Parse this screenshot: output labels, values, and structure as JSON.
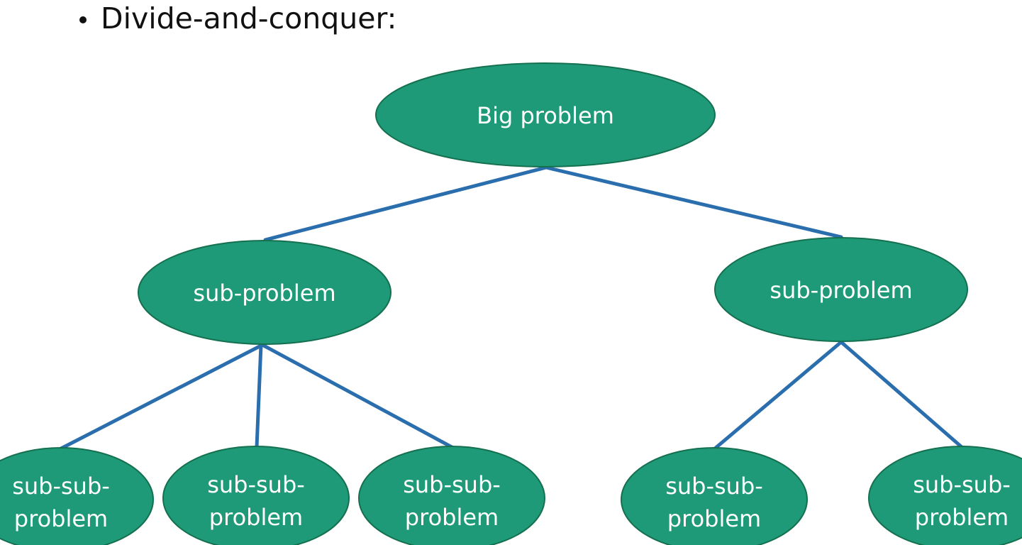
{
  "bullet": {
    "text": "Divide-and-conquer:"
  },
  "tree": {
    "root": {
      "label": "Big problem"
    },
    "sub_left": {
      "label": "sub-problem"
    },
    "sub_right": {
      "label": "sub-problem"
    },
    "leaves": [
      {
        "line1": "sub-sub-",
        "line2": "problem"
      },
      {
        "line1": "sub-sub-",
        "line2": "problem"
      },
      {
        "line1": "sub-sub-",
        "line2": "problem"
      },
      {
        "line1": "sub-sub-",
        "line2": "problem"
      },
      {
        "line1": "sub-sub-",
        "line2": "problem"
      }
    ]
  },
  "colors": {
    "node_fill": "#1e9a78",
    "edge": "#2a6ead",
    "label": "#ffffff"
  }
}
